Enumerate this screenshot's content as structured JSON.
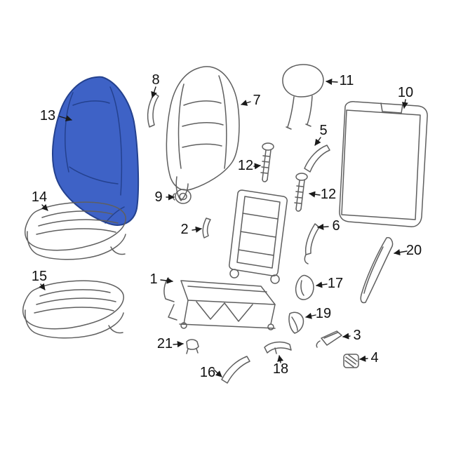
{
  "image": {
    "description": "Exploded parts diagram of a vehicle seat assembly with numbered callouts",
    "background": "#ffffff",
    "highlighted_part_label": "13"
  },
  "colors": {
    "line": "#5f5f5f",
    "leader": "#1a1a1a",
    "highlight_fill": "#3e62c6",
    "highlight_line": "#24418e",
    "label_text": "#111111"
  },
  "callouts": [
    {
      "label": "13",
      "part": "seat-back-cushion-highlighted"
    },
    {
      "label": "8",
      "part": "upper-side-trim"
    },
    {
      "label": "7",
      "part": "seat-back-cover"
    },
    {
      "label": "11",
      "part": "headrest"
    },
    {
      "label": "10",
      "part": "seat-back-panel"
    },
    {
      "label": "12",
      "part": "mounting-bolt-upper"
    },
    {
      "label": "5",
      "part": "recliner-handle"
    },
    {
      "label": "12",
      "part": "mounting-bolt-lower"
    },
    {
      "label": "9",
      "part": "grommet"
    },
    {
      "label": "2",
      "part": "trim-clip"
    },
    {
      "label": "6",
      "part": "latch-lever"
    },
    {
      "label": "14",
      "part": "seat-cushion-upper"
    },
    {
      "label": "1",
      "part": "seat-frame-assembly"
    },
    {
      "label": "20",
      "part": "side-shield"
    },
    {
      "label": "17",
      "part": "pivot-cover"
    },
    {
      "label": "15",
      "part": "seat-cushion-lower"
    },
    {
      "label": "19",
      "part": "bracket"
    },
    {
      "label": "3",
      "part": "side-cover"
    },
    {
      "label": "21",
      "part": "retainer-clip"
    },
    {
      "label": "4",
      "part": "fastener-pad"
    },
    {
      "label": "16",
      "part": "lower-trim-strip"
    },
    {
      "label": "18",
      "part": "release-handle"
    }
  ]
}
